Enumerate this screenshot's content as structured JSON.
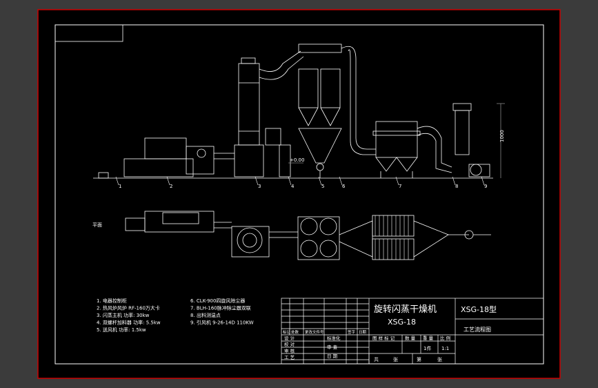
{
  "drawing": {
    "title_main": "旋转闪蒸干燥机",
    "title_model": "XSG-18",
    "model_right": "XSG-18型",
    "drawing_name": "工艺流程图",
    "scale": "1:1",
    "quantity": "1件",
    "sheets_total": "共",
    "sheets_label_zhang": "张",
    "sheet_no": "第",
    "zhang2": "张"
  },
  "title_block": {
    "row_labels": [
      "标记",
      "处数",
      "更改文件号",
      "签字",
      "日期"
    ],
    "left_rows": [
      "设 计",
      "校 对",
      "审 核",
      "工 艺"
    ],
    "mid_rows": [
      "标准化",
      "审 查",
      "日 期"
    ],
    "right_headers": [
      "图 样 标 记",
      "数 量",
      "重 量",
      "比 例"
    ]
  },
  "legend": {
    "col1": [
      "1. 电器控制柜",
      "2. 热风炉风炉 RF-160万大卡",
      "3. 闪蒸主机  功率: 30kw",
      "4. 双螺杆加料器 功率: 5.5kw",
      "5. 送风机  功率: 1.5kw"
    ],
    "col2": [
      "6. CLK-900四旋风除尘器",
      "7. BLH-160脉冲除尘器双联",
      "8. 出料测温点",
      "9. 引风机  9-26-14D  110KW"
    ]
  },
  "elevation_callouts": [
    "1",
    "2",
    "3",
    "4",
    "5",
    "6",
    "7",
    "8",
    "9"
  ],
  "annotations": {
    "level": "+0.00",
    "left_plan_tag": "平面",
    "dim_right": "1000"
  }
}
